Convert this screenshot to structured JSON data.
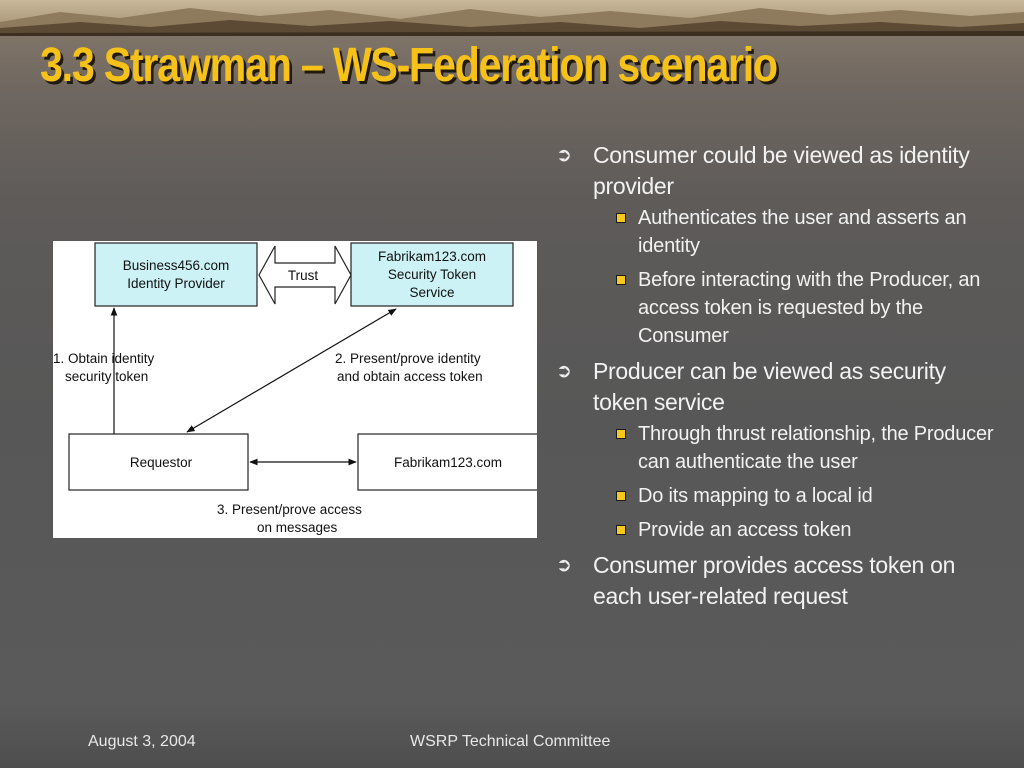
{
  "title": "3.3 Strawman – WS-Federation scenario",
  "diagram": {
    "idp_box": [
      "Business456.com",
      "Identity Provider"
    ],
    "sts_box": [
      "Fabrikam123.com",
      "Security Token",
      "Service"
    ],
    "trust_label": "Trust",
    "step1": [
      "1.  Obtain identity",
      "security token"
    ],
    "step2": [
      "2.  Present/prove identity",
      "and obtain access token"
    ],
    "requestor_box": "Requestor",
    "service_box": "Fabrikam123.com",
    "step3": [
      "3.  Present/prove access",
      "on messages"
    ],
    "colors": {
      "box_fill": "#ccf2f5",
      "box_stroke": "#222222"
    }
  },
  "bullets": [
    {
      "text": "Consumer could be viewed as identity provider",
      "subs": [
        "Authenticates the user and asserts an identity",
        "Before interacting with the Producer, an access token is requested by the Consumer"
      ]
    },
    {
      "text": "Producer can be viewed as security token service",
      "subs": [
        "Through thrust relationship, the Producer can authenticate the user",
        "Do its mapping to a local id",
        "Provide an access token"
      ]
    },
    {
      "text": "Consumer provides access token on each user-related request",
      "subs": []
    }
  ],
  "footer": {
    "date": "August 3, 2004",
    "center": "WSRP Technical Committee"
  },
  "colors": {
    "title": "#f6c21a",
    "sub_bullet": "#f4c81e"
  }
}
